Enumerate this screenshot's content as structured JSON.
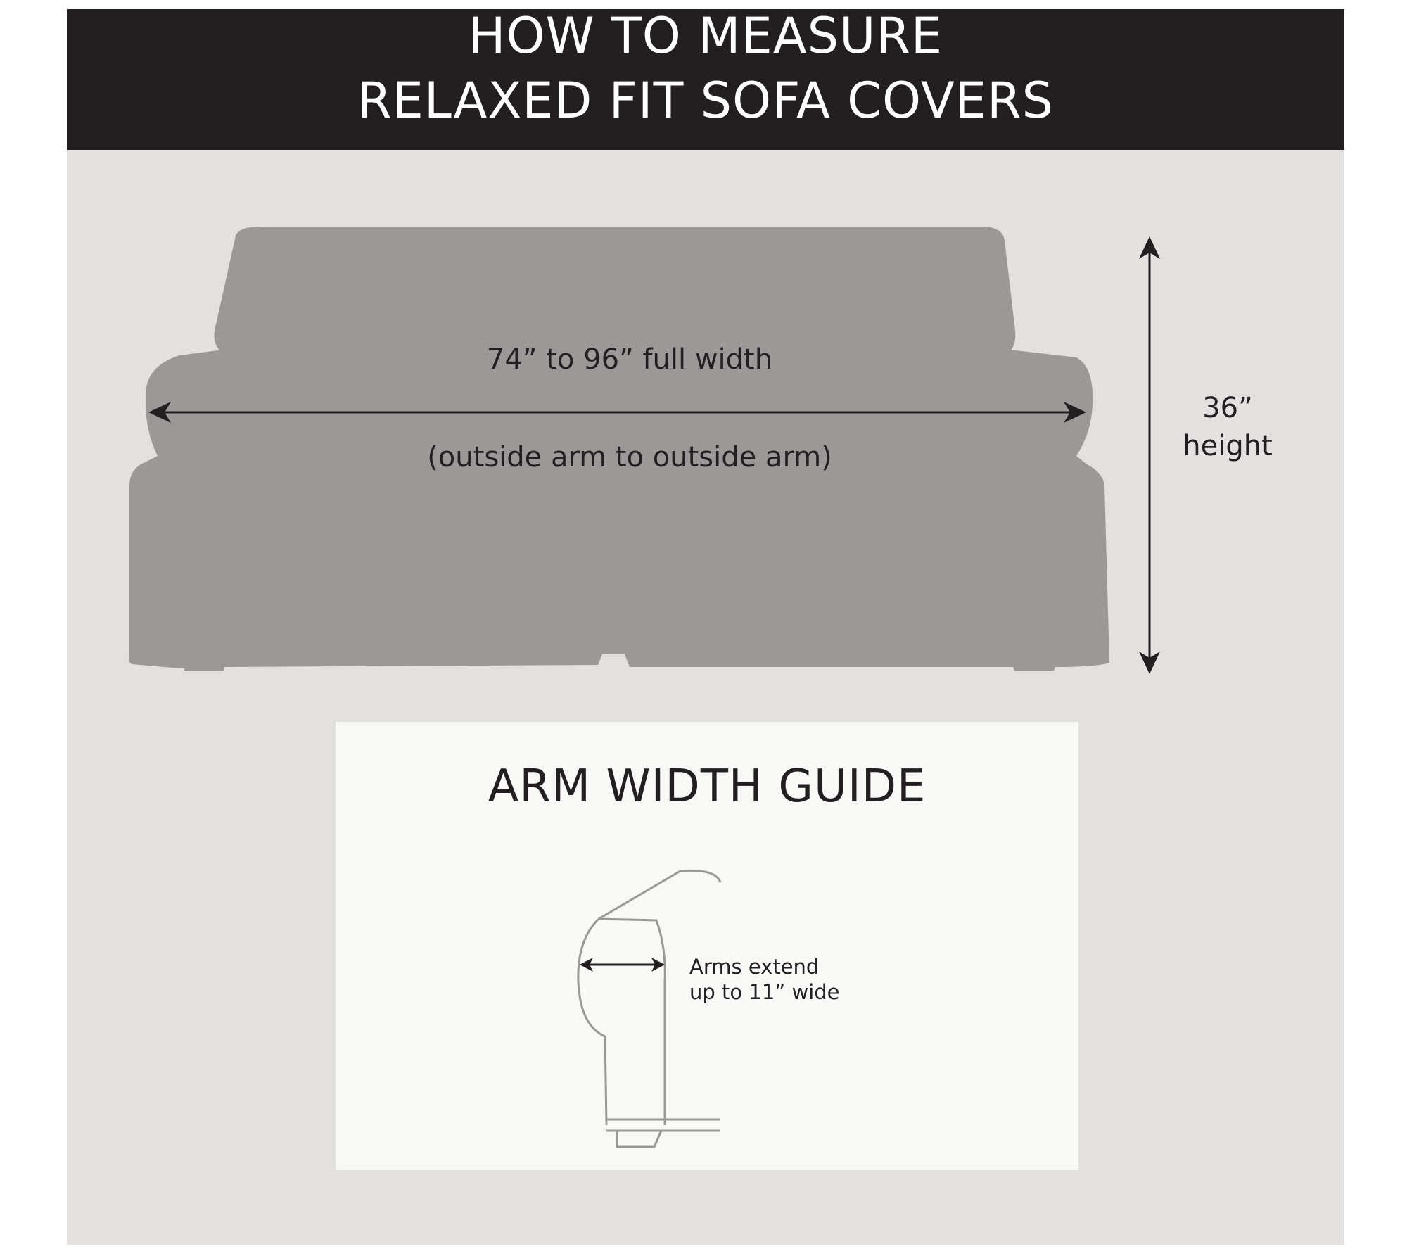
{
  "header": {
    "line1": "HOW TO MEASURE",
    "line2": "RELAXED FIT SOFA COVERS"
  },
  "sofa_diagram": {
    "width_label": "74” to 96” full width",
    "width_sublabel": "(outside arm to outside arm)",
    "height_value": "36”",
    "height_label": "height"
  },
  "arm_guide": {
    "title": "ARM WIDTH GUIDE",
    "note_line1": "Arms extend",
    "note_line2": "up to 11” wide"
  },
  "colors": {
    "header_bg": "#231f20",
    "panel_bg": "#e2e1df",
    "sofa_fill": "#9a9997",
    "guide_bg": "#f8f8f6",
    "line_art": "#9a9997",
    "text": "#231f20"
  }
}
